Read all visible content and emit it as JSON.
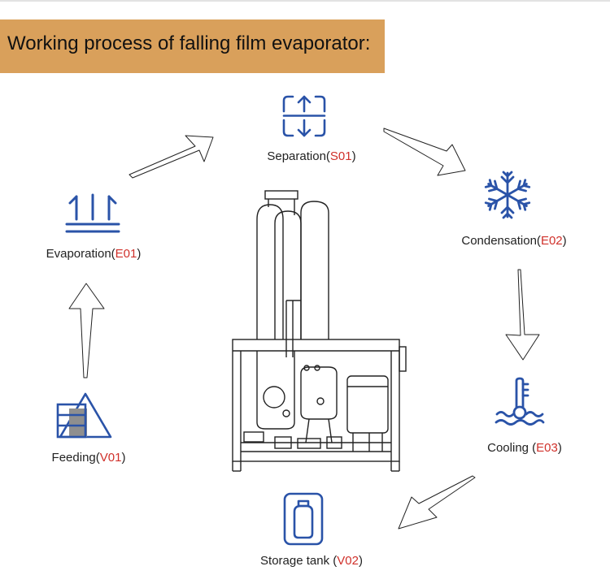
{
  "header": {
    "title": "Working process of falling film evaporator:"
  },
  "steps": [
    {
      "id": "separation",
      "name": "Separation(",
      "code": "S01",
      "close": ")",
      "icon": "separation-icon"
    },
    {
      "id": "condensation",
      "name": "Condensation(",
      "code": "E02",
      "close": ")",
      "icon": "snowflake-icon"
    },
    {
      "id": "cooling",
      "name": "Cooling (",
      "code": "E03",
      "close": ")",
      "icon": "thermometer-water-icon"
    },
    {
      "id": "storage",
      "name": "Storage tank (",
      "code": "V02",
      "close": ")",
      "icon": "storage-tank-icon"
    },
    {
      "id": "feeding",
      "name": "Feeding(",
      "code": "V01",
      "close": ")",
      "icon": "feeding-icon"
    },
    {
      "id": "evaporation",
      "name": "Evaporation(",
      "code": "E01",
      "close": ")",
      "icon": "evaporation-icon"
    }
  ],
  "colors": {
    "icon": "#2a53a8",
    "code": "#d0302a",
    "banner": "#d9a05b"
  }
}
